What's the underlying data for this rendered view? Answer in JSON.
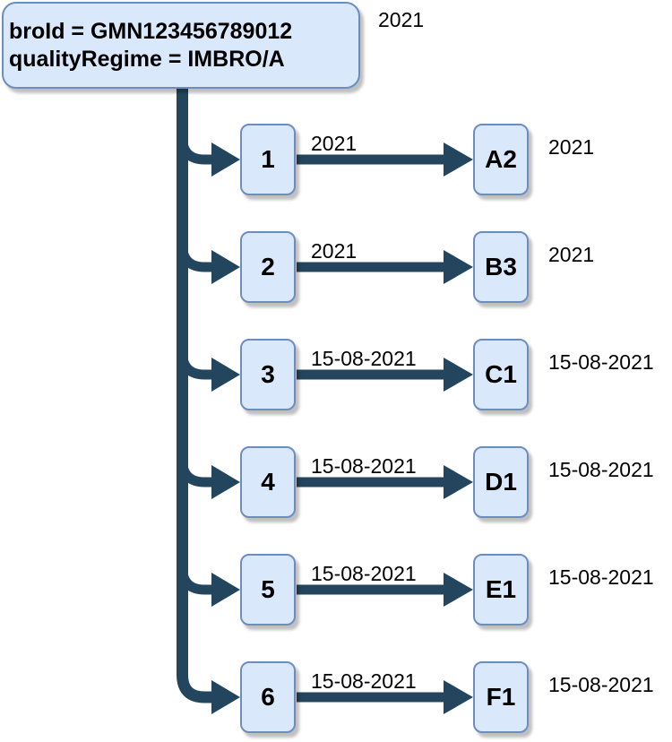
{
  "diagram": {
    "root_node": {
      "line1": "broId = GMN123456789012",
      "line2": "qualityRegime = IMBRO/A"
    },
    "root_annotation": "2021",
    "rows": [
      {
        "source": "1",
        "edge_label": "2021",
        "target": "A2",
        "annotation": "2021"
      },
      {
        "source": "2",
        "edge_label": "2021",
        "target": "B3",
        "annotation": "2021"
      },
      {
        "source": "3",
        "edge_label": "15-08-2021",
        "target": "C1",
        "annotation": "15-08-2021"
      },
      {
        "source": "4",
        "edge_label": "15-08-2021",
        "target": "D1",
        "annotation": "15-08-2021"
      },
      {
        "source": "5",
        "edge_label": "15-08-2021",
        "target": "E1",
        "annotation": "15-08-2021"
      },
      {
        "source": "6",
        "edge_label": "15-08-2021",
        "target": "F1",
        "annotation": "15-08-2021"
      }
    ],
    "colors": {
      "node_fill": "#dae8fc",
      "node_border": "#6c8ebf",
      "edge": "#23465e",
      "text": "#000000",
      "background": "#ffffff"
    }
  }
}
